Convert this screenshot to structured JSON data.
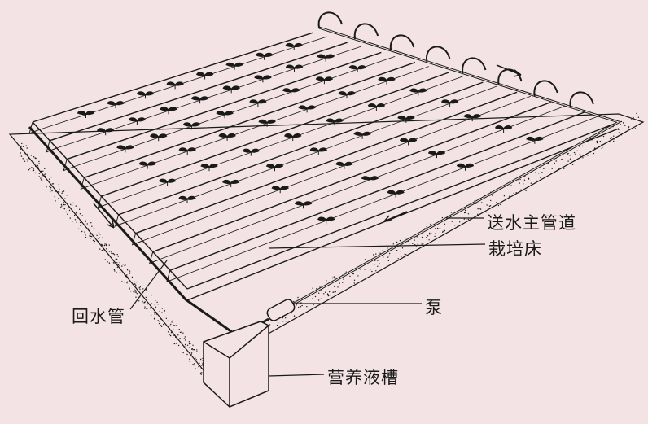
{
  "labels": {
    "supply_pipe": "送水主管道",
    "bed": "栽培床",
    "pump": "泵",
    "return_pipe": "回水管",
    "tank": "营养液槽"
  },
  "colors": {
    "background": "#f3e3e5",
    "ink": "#1a1a1a"
  },
  "channel_count": 9
}
